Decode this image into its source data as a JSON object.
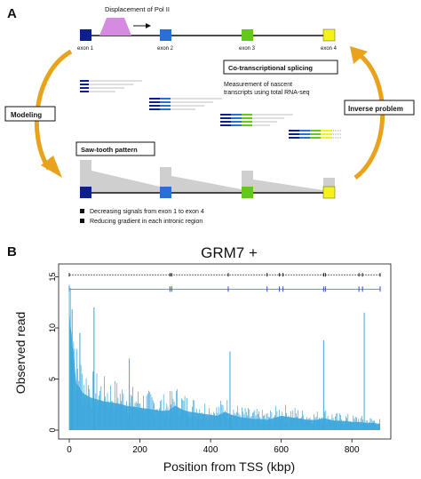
{
  "panel_a": {
    "letter": "A",
    "pol_label": "Displacement of Pol II",
    "exons": [
      {
        "label": "exon 1",
        "color": "#0d1f8c"
      },
      {
        "label": "exon 2",
        "color": "#2a6fd6"
      },
      {
        "label": "exon 3",
        "color": "#64c81c"
      },
      {
        "label": "exon 4",
        "color": "#f5f21a"
      }
    ],
    "pol_color": "#d58ce0",
    "box_modeling": "Modeling",
    "box_inverse": "Inverse problem",
    "box_splicing": "Co-transcriptional splicing",
    "box_sawtooth": "Saw-tooth pattern",
    "measurement_text": [
      "Measurement of nascent",
      "transcripts using total RNA-seq"
    ],
    "bullets": [
      "Decreasing signals from exon 1 to exon 4",
      "Reducing gradient in each intronic region"
    ],
    "arrow_color": "#e8a21c"
  },
  "panel_b": {
    "letter": "B",
    "chart_data": {
      "type": "area",
      "title": "GRM7 +",
      "xlabel": "Position from TSS (kbp)",
      "ylabel": "Observed read",
      "xlim": [
        0,
        880
      ],
      "ylim": [
        0,
        16
      ],
      "xticks": [
        0,
        200,
        400,
        600,
        800
      ],
      "yticks": [
        0,
        5,
        10,
        15
      ],
      "color": "#3aa6dc",
      "gene_track_ticks": [
        0,
        285,
        290,
        450,
        560,
        595,
        605,
        720,
        725,
        820,
        830,
        880
      ],
      "x": [
        0,
        20,
        40,
        60,
        80,
        100,
        120,
        140,
        160,
        180,
        200,
        220,
        240,
        260,
        280,
        300,
        320,
        340,
        360,
        380,
        400,
        420,
        440,
        460,
        480,
        500,
        520,
        540,
        560,
        580,
        600,
        620,
        640,
        660,
        680,
        700,
        720,
        740,
        760,
        780,
        800,
        820,
        840,
        860,
        880
      ],
      "values": [
        11.5,
        4.6,
        3.6,
        3.2,
        3.0,
        2.8,
        2.7,
        2.6,
        2.4,
        2.3,
        2.2,
        2.1,
        2.0,
        1.9,
        1.9,
        2.4,
        2.0,
        1.8,
        1.7,
        1.6,
        1.5,
        1.4,
        1.8,
        1.5,
        1.3,
        1.2,
        1.1,
        1.1,
        1.0,
        1.2,
        1.4,
        1.3,
        1.2,
        1.1,
        1.0,
        1.0,
        1.2,
        1.0,
        0.9,
        0.9,
        0.8,
        0.8,
        0.7,
        0.7,
        0.6
      ],
      "peaks": [
        {
          "x": 8,
          "y": 11.8
        },
        {
          "x": 70,
          "y": 12.0
        },
        {
          "x": 30,
          "y": 9.5
        },
        {
          "x": 455,
          "y": 7.7
        },
        {
          "x": 720,
          "y": 8.8
        },
        {
          "x": 835,
          "y": 11.5
        },
        {
          "x": 170,
          "y": 7.0
        }
      ]
    }
  }
}
